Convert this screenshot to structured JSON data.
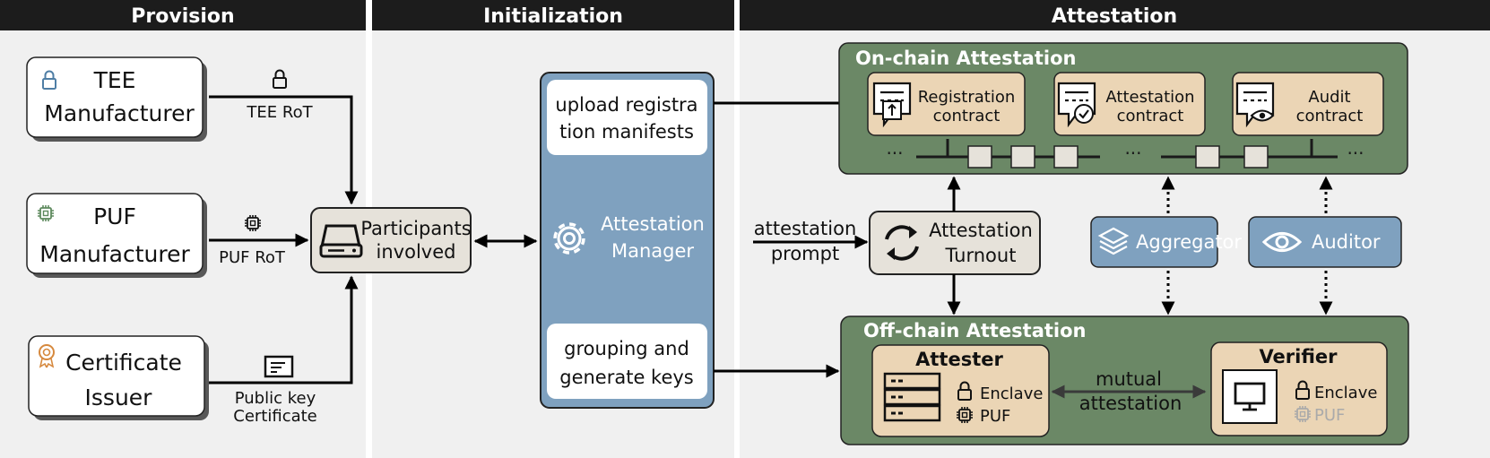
{
  "headers": {
    "provision": "Provision",
    "initialization": "Initialization",
    "attestation": "Attestation"
  },
  "provision": {
    "tee": {
      "line1": "TEE",
      "line2": "Manufacturer",
      "edge": "TEE RoT"
    },
    "puf": {
      "line1": "PUF",
      "line2": "Manufacturer",
      "edge": "PUF RoT"
    },
    "ca": {
      "line1": "Certificate",
      "line2": "Issuer",
      "edge1": "Public key",
      "edge2": "Certificate"
    },
    "participants": {
      "line1": "Participants",
      "line2": "involved"
    }
  },
  "initialization": {
    "upload": {
      "line1": "upload registra",
      "line2": "tion manifests"
    },
    "manager": {
      "line1": "Attestation",
      "line2": "Manager"
    },
    "grouping": {
      "line1": "grouping and",
      "line2": "generate keys"
    }
  },
  "attestation": {
    "onchain": {
      "title": "On-chain Attestation",
      "registration": {
        "line1": "Registration",
        "line2": "contract"
      },
      "attest": {
        "line1": "Attestation",
        "line2": "contract"
      },
      "audit": {
        "line1": "Audit",
        "line2": "contract"
      },
      "dots": "···"
    },
    "prompt": {
      "line1": "attestation",
      "line2": "prompt"
    },
    "turnout": {
      "line1": "Attestation",
      "line2": "Turnout"
    },
    "aggregator": "Aggregator",
    "auditor": "Auditor",
    "offchain": {
      "title": "Off-chain Attestation",
      "attester": {
        "title": "Attester",
        "enclave": "Enclave",
        "puf": "PUF"
      },
      "mutual": {
        "line1": "mutual",
        "line2": "attestation"
      },
      "verifier": {
        "title": "Verifier",
        "enclave": "Enclave",
        "puf": "PUF"
      }
    }
  },
  "colors": {
    "header": "#1c1c1c",
    "panel": "#f0f0f0",
    "green": "#6b8866",
    "tan": "#ebd5b5",
    "blue": "#7fa1bf",
    "gray": "#e6e2da",
    "lock": "#4f7ea5",
    "chip": "#5e8a5e",
    "badge": "#d6893e"
  }
}
